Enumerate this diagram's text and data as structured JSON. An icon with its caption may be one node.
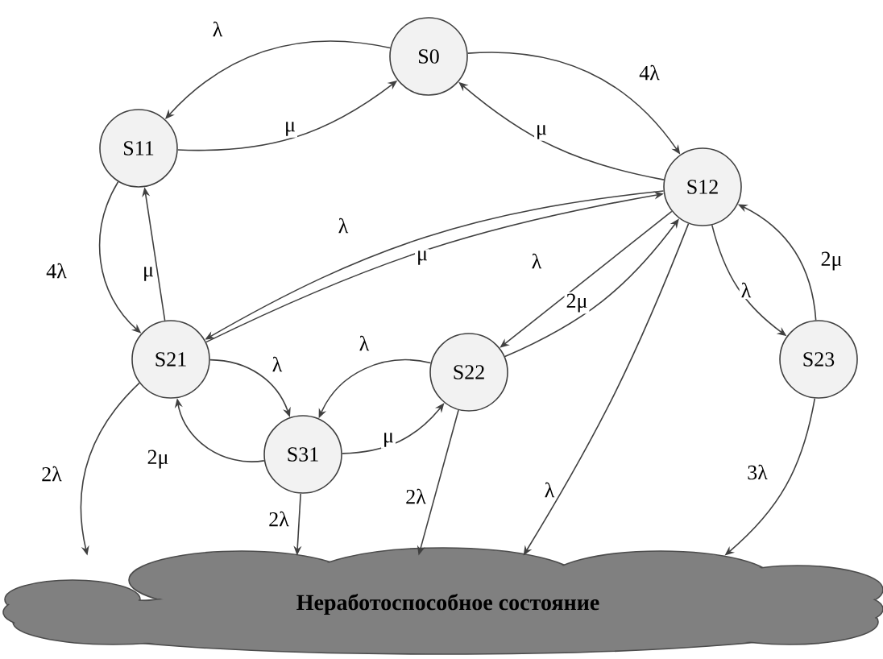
{
  "diagram": {
    "nodes": [
      {
        "text": [
          "S0"
        ]
      },
      {
        "text": [
          "S11"
        ]
      },
      {
        "text": [
          "S12"
        ]
      },
      {
        "text": [
          "S21"
        ]
      },
      {
        "text": [
          "S22"
        ]
      },
      {
        "text": [
          "S23"
        ]
      },
      {
        "text": [
          "S31"
        ]
      },
      {
        "text": [
          "Неработоспособное состояние"
        ]
      }
    ],
    "edges": [
      {
        "from": 0,
        "to": 1,
        "arrow": "to",
        "label": "λ"
      },
      {
        "from": 0,
        "to": 2,
        "arrow": "to",
        "label": "4λ"
      },
      {
        "from": 1,
        "to": 0,
        "arrow": "to",
        "label": "μ"
      },
      {
        "from": 2,
        "to": 0,
        "arrow": "to",
        "label": "μ"
      },
      {
        "from": 1,
        "to": 3,
        "arrow": "to",
        "label": "4λ"
      },
      {
        "from": 3,
        "to": 1,
        "arrow": "to",
        "label": "μ"
      },
      {
        "from": 2,
        "to": 3,
        "arrow": "to",
        "label": "λ"
      },
      {
        "from": 3,
        "to": 2,
        "arrow": "to",
        "label": "μ"
      },
      {
        "from": 2,
        "to": 4,
        "arrow": "to",
        "label": "λ"
      },
      {
        "from": 4,
        "to": 2,
        "arrow": "to",
        "label": "2μ"
      },
      {
        "from": 2,
        "to": 5,
        "arrow": "to",
        "label": "λ"
      },
      {
        "from": 5,
        "to": 2,
        "arrow": "to",
        "label": "2μ"
      },
      {
        "from": 3,
        "to": 6,
        "arrow": "to",
        "label": "λ"
      },
      {
        "from": 6,
        "to": 3,
        "arrow": "to",
        "label": "2μ"
      },
      {
        "from": 4,
        "to": 6,
        "arrow": "to",
        "label": "λ"
      },
      {
        "from": 6,
        "to": 4,
        "arrow": "to",
        "label": "μ"
      },
      {
        "from": 3,
        "to": 7,
        "arrow": "to",
        "label": "2λ"
      },
      {
        "from": 6,
        "to": 7,
        "arrow": "to",
        "label": "2λ"
      },
      {
        "from": 4,
        "to": 7,
        "arrow": "to",
        "label": "2λ"
      },
      {
        "from": 2,
        "to": 7,
        "arrow": "to",
        "label": "λ"
      },
      {
        "from": 5,
        "to": 7,
        "arrow": "to",
        "label": "3λ"
      }
    ]
  }
}
